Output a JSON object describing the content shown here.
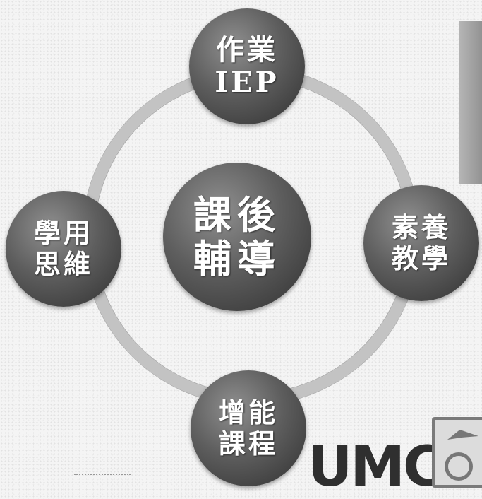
{
  "center": {
    "line1": "課後",
    "line2": "輔導"
  },
  "nodes": {
    "top": {
      "line1": "作業",
      "line2": "IEP"
    },
    "left": {
      "line1": "學用",
      "line2": "思維"
    },
    "right": {
      "line1": "素養",
      "line2": "教學"
    },
    "bottom": {
      "line1": "增能",
      "line2": "課程"
    }
  },
  "logo": {
    "text": "UMC"
  },
  "colors": {
    "node_dark": "#303030",
    "node_light": "#8f8f8f",
    "ring": "#c3c3c3",
    "text": "#ffffff"
  }
}
